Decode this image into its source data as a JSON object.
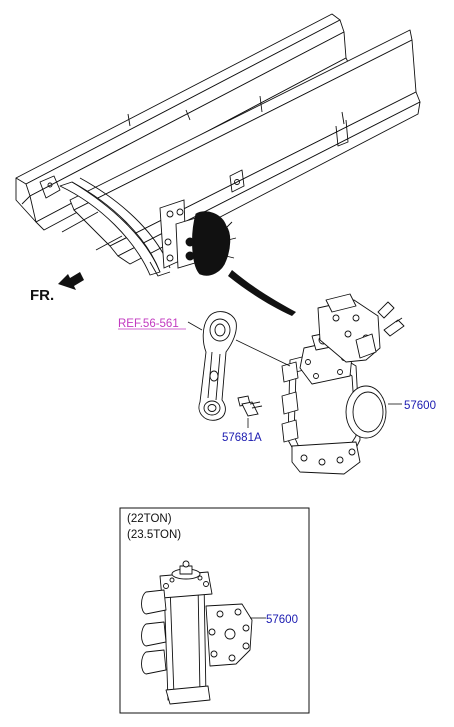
{
  "labels": {
    "ref": "REF.56-561",
    "gear_main": "57600",
    "bolt": "57681A",
    "front": "FR.",
    "inset_line1": "(22TON)",
    "inset_line2": "(23.5TON)",
    "gear_inset": "57600"
  },
  "colors": {
    "part_number": "#1a1ab0",
    "reference": "#c23ac0",
    "line": "#111111"
  }
}
